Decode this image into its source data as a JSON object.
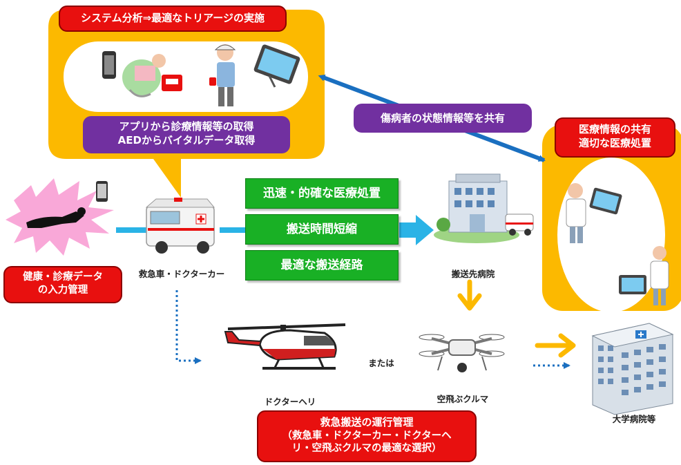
{
  "top_panel": {
    "title": "システム分析⇒最適なトリアージの実施",
    "info": [
      "アプリから診療情報等の取得",
      "AEDからバイタルデータ取得"
    ]
  },
  "share_label": "傷病者の状態情報等を共有",
  "hospital_panel": {
    "title": [
      "医療情報の共有",
      "適切な医療処置"
    ]
  },
  "patient_box": [
    "健康・診療データ",
    "の入力管理"
  ],
  "ambulance_label": "救急車・ドクターカー",
  "benefits": [
    "迅速・的確な医療処置",
    "搬送時間短縮",
    "最適な搬送経路"
  ],
  "destination_label": "搬送先病院",
  "helicopter_label": "ドクターヘリ",
  "or_label": "または",
  "drone_label": "空飛ぶクルマ",
  "university_label": "大学病院等",
  "operations_box": {
    "title": "救急搬送の運行管理",
    "detail": [
      "（救急車・ドクターカー・ドクターヘ",
      "リ・空飛ぶクルマの最適な選択）"
    ]
  },
  "colors": {
    "yellow": "#fcb900",
    "red": "#e8100f",
    "purple": "#7130a0",
    "green": "#19b025",
    "blue": "#1a7fc4",
    "cyan": "#2ab3e6"
  }
}
